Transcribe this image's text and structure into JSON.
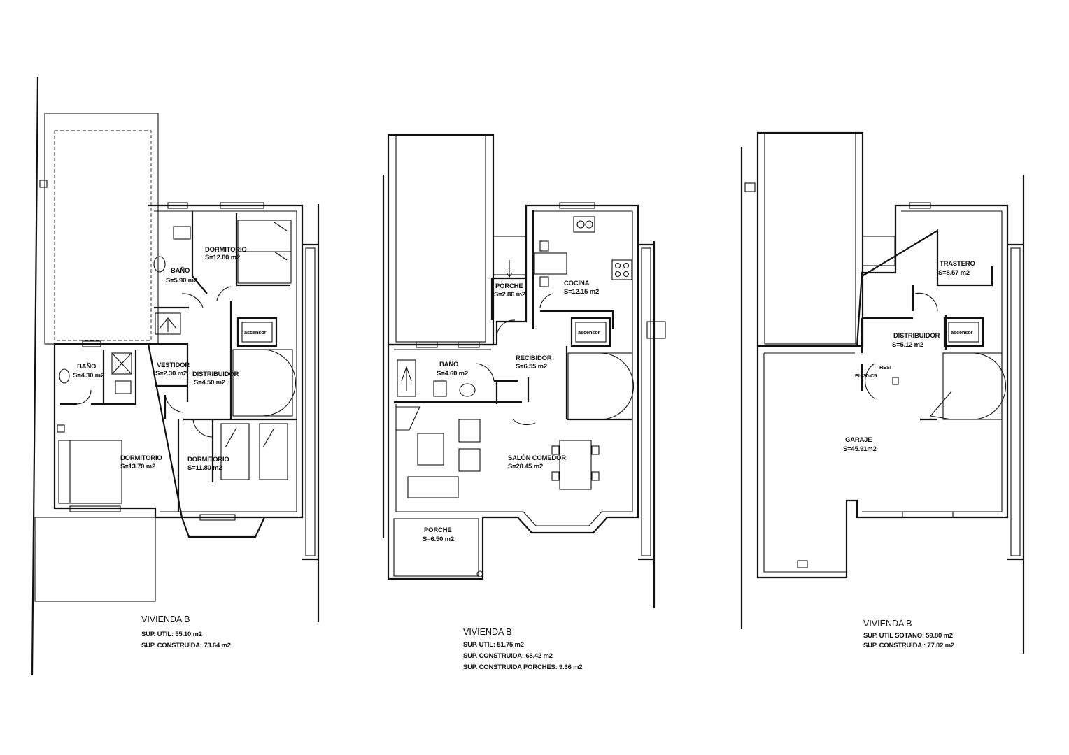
{
  "plans": [
    {
      "title": "VIVIENDA B",
      "sup_lines": [
        "SUP. UTIL: 55.10 m2",
        "SUP. CONSTRUIDA: 73.64 m2"
      ],
      "rooms": [
        {
          "name": "DORMITORIO",
          "area": "S=12.80 m2"
        },
        {
          "name": "BAÑO",
          "area": "S=5.90 m2"
        },
        {
          "name": "BAÑO",
          "area": "S=4.30 m2"
        },
        {
          "name": "VESTIDOR",
          "area": "S=2.30 m2"
        },
        {
          "name": "DISTRIBUIDOR",
          "area": "S=4.50 m2"
        },
        {
          "name": "DORMITORIO",
          "area": "S=13.70 m2"
        },
        {
          "name": "DORMITORIO",
          "area": "S=11.80 m2"
        }
      ],
      "elevator_label": "ascensor"
    },
    {
      "title": "VIVIENDA B",
      "sup_lines": [
        "SUP. UTIL: 51.75 m2",
        "SUP. CONSTRUIDA: 68.42 m2",
        "SUP. CONSTRUIDA PORCHES: 9.36 m2"
      ],
      "rooms": [
        {
          "name": "PORCHE",
          "area": "S=2.86 m2"
        },
        {
          "name": "COCINA",
          "area": "S=12.15 m2"
        },
        {
          "name": "BAÑO",
          "area": "S=4.60 m2"
        },
        {
          "name": "RECIBIDOR",
          "area": "S=6.55 m2"
        },
        {
          "name": "SALÓN COMEDOR",
          "area": "S=28.45 m2"
        },
        {
          "name": "PORCHE",
          "area": "S=6.50 m2"
        }
      ],
      "elevator_label": "ascensor"
    },
    {
      "title": "VIVIENDA B",
      "sup_lines": [
        "SUP. UTIL SOTANO: 59.80 m2",
        "SUP. CONSTRUIDA : 77.02 m2"
      ],
      "rooms": [
        {
          "name": "TRASTERO",
          "area": "S=8.57 m2"
        },
        {
          "name": "DISTRIBUIDOR",
          "area": "S=5.12 m2"
        },
        {
          "name": "GARAJE",
          "area": "S=45.91m2"
        }
      ],
      "elevator_label": "ascensor",
      "door_note": {
        "line1": "RESI",
        "line2": "EI₂ 30-C5"
      }
    }
  ]
}
